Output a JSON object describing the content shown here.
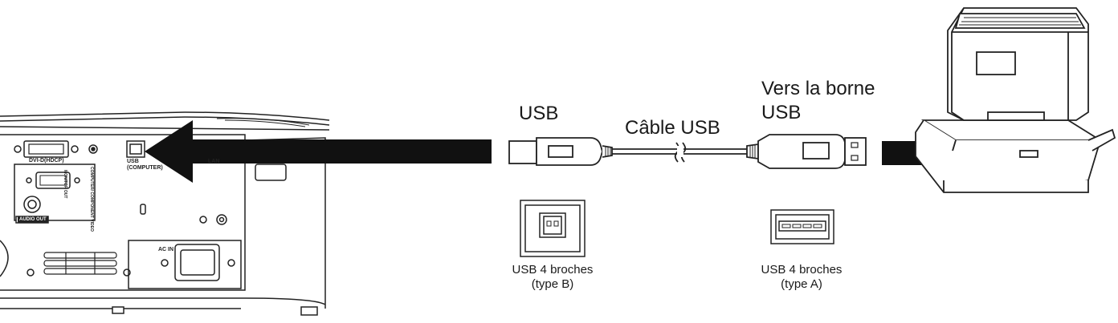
{
  "labels": {
    "usb": "USB",
    "cable": "Câble USB",
    "to_usb_terminal": "Vers la borne USB",
    "type_b_caption": "USB 4 broches\n(type B)",
    "type_a_caption": "USB 4 broches\n(type A)"
  },
  "projector_panel": {
    "dvi": "DVI-D(HDCP)",
    "usb_computer": "USB\n(COMPUTER)",
    "lan": "LAN",
    "ac_in": "AC IN",
    "audio_out": "AUDIO OUT",
    "monitor_out": "MONITOR OUT",
    "component": "COMPUTER/ COMPONENT VIDEO"
  },
  "icons": [
    "projector-rear-panel-icon",
    "computer-icon",
    "usb-type-b-plug-icon",
    "usb-type-a-plug-icon",
    "usb-type-b-port-icon",
    "usb-type-a-port-icon",
    "arrow-left-icon",
    "arrow-right-icon"
  ]
}
